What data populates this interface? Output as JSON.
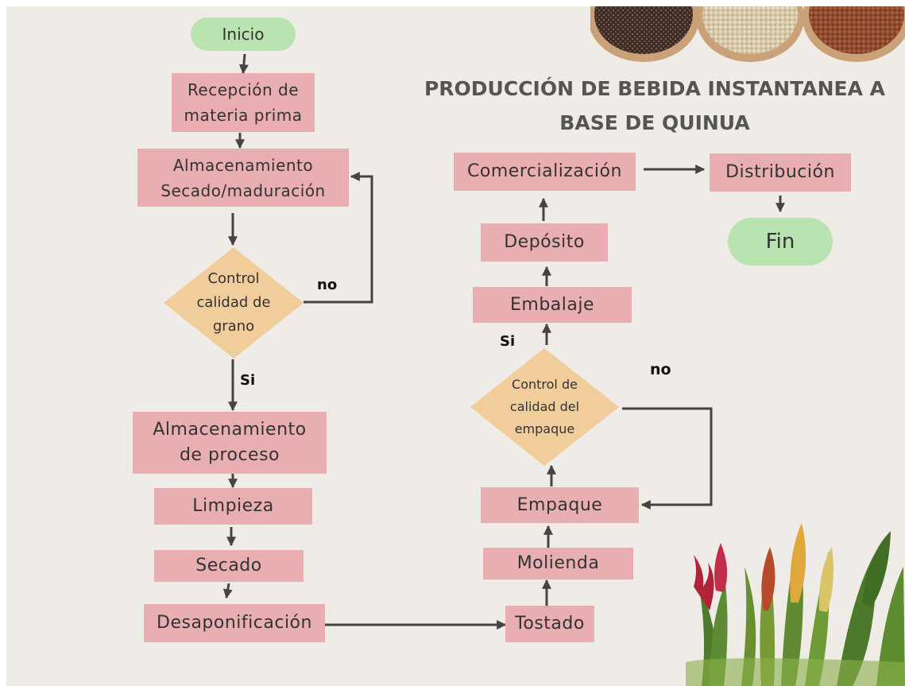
{
  "title": {
    "line1": "PRODUCCIÓN DE BEBIDA INSTANTANEA  A",
    "line2": "BASE DE QUINUA"
  },
  "nodes": {
    "inicio": "Inicio",
    "recepcion_1": "Recepción de",
    "recepcion_2": "materia prima",
    "almac1_1": "Almacenamiento",
    "almac1_2": "Secado/maduración",
    "control_grano_1": "Control",
    "control_grano_2": "calidad de",
    "control_grano_3": "grano",
    "almac2_1": "Almacenamiento",
    "almac2_2": "de proceso",
    "limpieza": "Limpieza",
    "secado": "Secado",
    "desaponificacion": "Desaponificación",
    "tostado": "Tostado",
    "molienda": "Molienda",
    "empaque": "Empaque",
    "control_empaque_1": "Control de",
    "control_empaque_2": "calidad del",
    "control_empaque_3": "empaque",
    "embalaje": "Embalaje",
    "deposito": "Depósito",
    "comercializacion": "Comercialización",
    "distribucion": "Distribución",
    "fin": "Fin"
  },
  "labels": {
    "no_grano": "no",
    "si_grano": "Si",
    "si_empaque": "Si",
    "no_empaque": "no"
  },
  "colors": {
    "process": "#e8aeb2",
    "terminal": "#b9e3b0",
    "decision": "#f1cd9c",
    "background": "#efebe6",
    "arrow": "#444444"
  },
  "decorations": [
    "quinoa-bowls-image",
    "quinoa-plants-image"
  ]
}
